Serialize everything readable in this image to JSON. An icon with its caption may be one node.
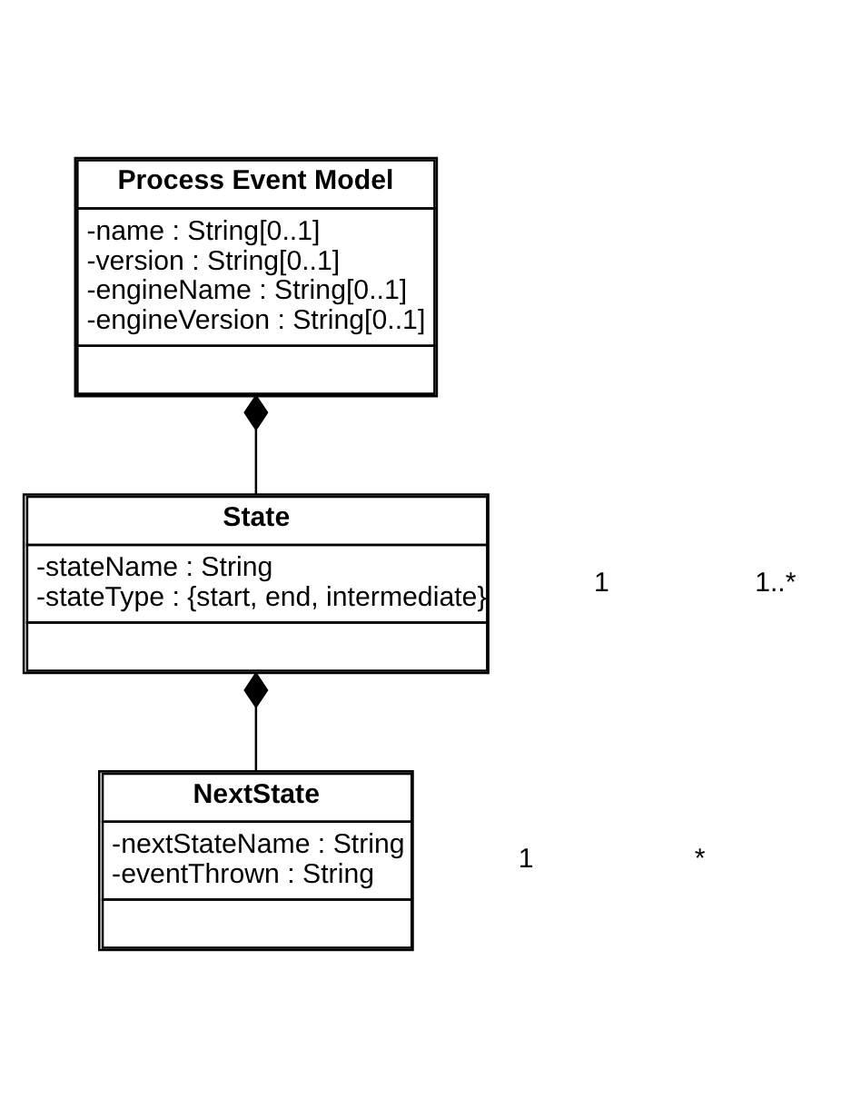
{
  "diagram": {
    "nodes": [
      {
        "text": [
          "Process Event Model",
          "-name : String[0..1]",
          "-version : String[0..1]",
          "-engineName : String[0..1]",
          "-engineVersion : String[0..1]"
        ]
      },
      {
        "text": [
          "State",
          "-stateName : String",
          "-stateType : {start, end, intermediate}"
        ]
      },
      {
        "text": [
          "NextState",
          "-nextStateName : String",
          "-eventThrown : String"
        ]
      }
    ],
    "edges": [
      {
        "from": 0,
        "to": 1,
        "arrow": "other"
      },
      {
        "from": 1,
        "to": 2,
        "arrow": "other"
      }
    ],
    "labels": [
      "1",
      "1..*",
      "1",
      "*"
    ]
  }
}
